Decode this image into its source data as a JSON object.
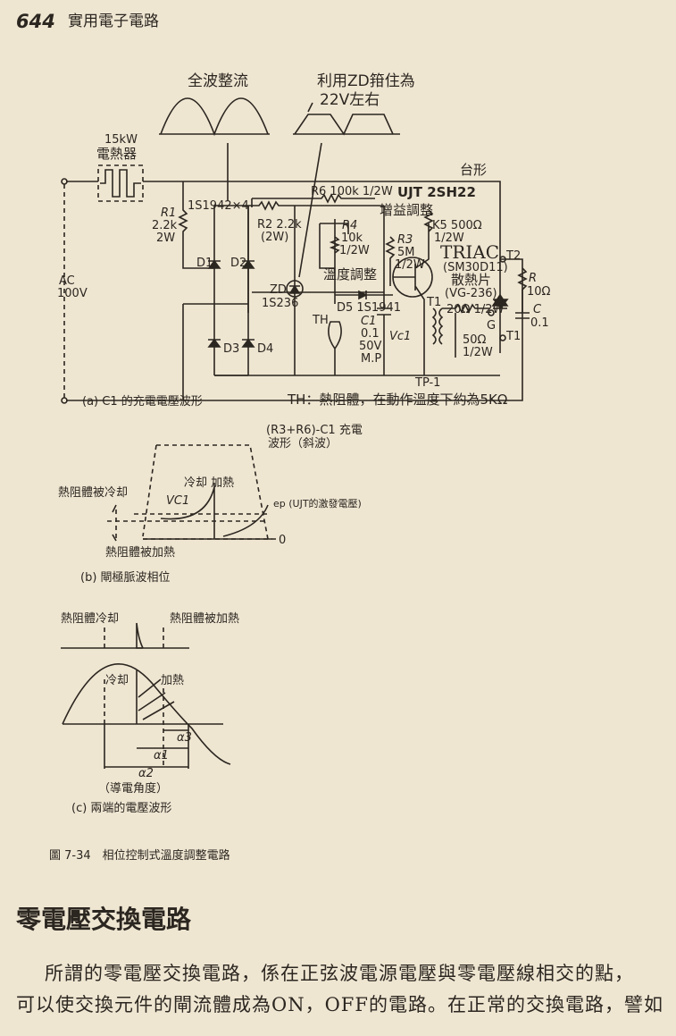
{
  "header": {
    "page_number": "644",
    "book_title": "實用電子電路"
  },
  "figure_a": {
    "full_wave_label": "全波整流",
    "zd_clamp_label": "利用ZD箝住為",
    "zd_clamp_value": "22V左右",
    "heater_power": "15kW",
    "heater_label": "電熱器",
    "trapezoid_label": "台形",
    "r6": "R6 100k 1/2W",
    "ujt": "UJT 2SH22",
    "diodes": "1S1942×4",
    "gain_adjust": "增益調整",
    "r1_name": "R1",
    "r1_value": "2.2k",
    "r1_power": "2W",
    "r2": "R2 2.2k",
    "r2_power": "(2W)",
    "r4_name": "R4",
    "r4_value": "10k",
    "r4_power": "1/2W",
    "r5": "K5 500Ω",
    "r5_power": "1/2W",
    "r3_name": "R3",
    "r3_value": "5M",
    "r3_power": "1/2W",
    "triac": "TRIAC",
    "triac_model": "(SM30D11)",
    "heatsink": "散熱片",
    "heatsink_model": "(VG-236)",
    "temp_adjust": "溫度調整",
    "d1": "D1",
    "d2": "D2",
    "d3": "D3",
    "d4": "D4",
    "zd_name": "ZD",
    "zd_model": "1S236",
    "d5": "D5 1S1941",
    "th": "TH",
    "c1_name": "C1",
    "c1_value": "0.1",
    "c1_voltage": "50V",
    "c1_type": "M.P",
    "vc1": "Vc1",
    "t1_transformer": "T1",
    "r_20": "20Ω 1/2W",
    "r_50": "50Ω",
    "r_50_power": "1/2W",
    "tp1": "TP-1",
    "gate": "G",
    "t2": "T2",
    "t1_terminal": "T1",
    "r_name": "R",
    "r_value": "10Ω",
    "c_name": "C",
    "c_value": "0.1",
    "ac": "AC",
    "ac_voltage": "100V",
    "caption": "(a) C1 的充電電壓波形",
    "th_note": "TH：熱阻體，在動作溫度下約為5KΩ"
  },
  "figure_b": {
    "ramp_label_1": "(R3+R6)-C1 充電",
    "ramp_label_2": "波形（斜波）",
    "cooled": "熱阻體被冷却",
    "vc1": "VC1",
    "cool_heat": "冷却 加熱",
    "ep": "ep (UJT的激發電壓)",
    "zero": "0",
    "heated": "熱阻體被加熱",
    "caption": "(b) 閘極脈波相位"
  },
  "figure_c": {
    "cooling": "熱阻體冷却",
    "heated": "熱阻體被加熱",
    "cool": "冷却",
    "heat": "加熱",
    "alpha3": "α3",
    "alpha1": "α1",
    "alpha2": "α2",
    "conduction": "（導電角度）",
    "caption": "(c) 兩端的電壓波形"
  },
  "figure_caption": "圖 7-34　相位控制式溫度調整電路",
  "section": {
    "heading": "零電壓交換電路",
    "paragraph_lines": [
      "所謂的零電壓交換電路，係在正弦波電源電壓與零電壓線相交的點，",
      "可以使交換元件的閘流體成為ON，OFF的電路。在正常的交換電路，譬如"
    ]
  }
}
